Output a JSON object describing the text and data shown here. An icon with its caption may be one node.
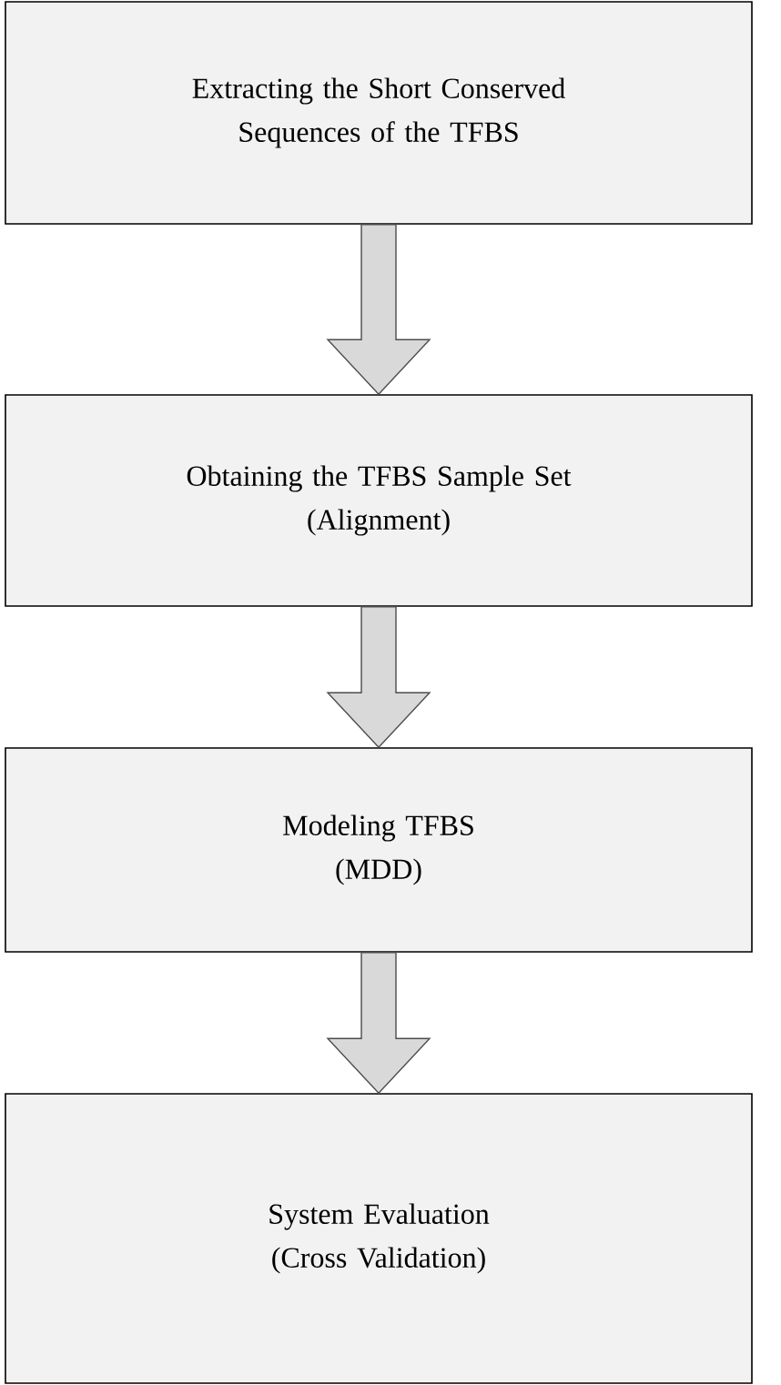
{
  "diagram": {
    "nodes": [
      {
        "text": [
          "Extracting the Short Conserved Sequences of the TFBS"
        ]
      },
      {
        "text": [
          "Obtaining the TFBS Sample Set",
          "(Alignment)"
        ]
      },
      {
        "text": [
          "Modeling TFBS",
          "(MDD)"
        ]
      },
      {
        "text": [
          "System Evaluation",
          "(Cross Validation)"
        ]
      }
    ],
    "edges": [
      {
        "from": 0,
        "to": 1,
        "arrow": "to"
      },
      {
        "from": 1,
        "to": 2,
        "arrow": "to"
      },
      {
        "from": 2,
        "to": 3,
        "arrow": "to"
      }
    ]
  }
}
